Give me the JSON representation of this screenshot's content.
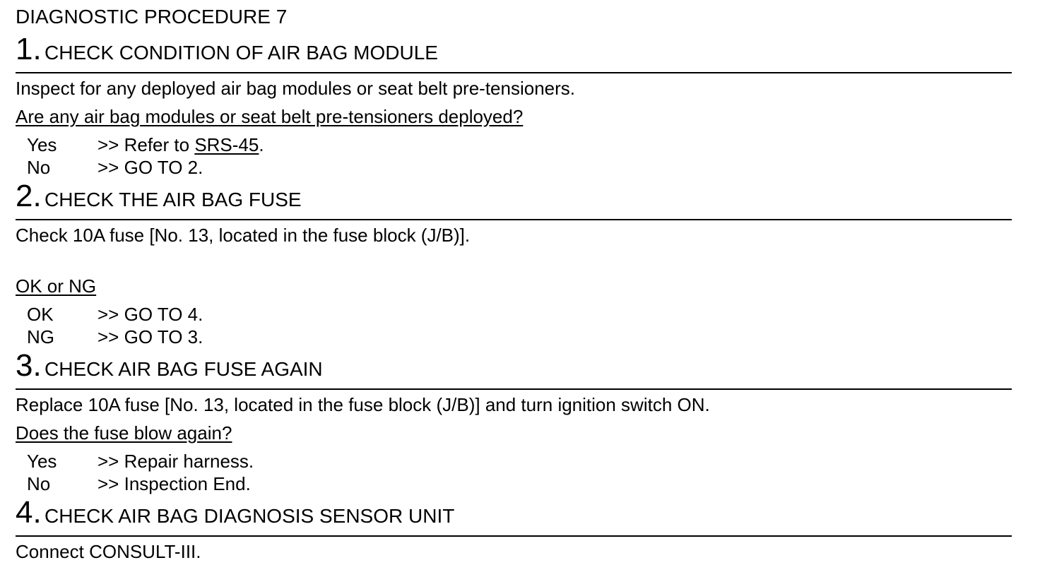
{
  "procedure_title": "DIAGNOSTIC PROCEDURE 7",
  "steps": [
    {
      "number": "1.",
      "title": "CHECK CONDITION OF AIR BAG MODULE",
      "instruction": "Inspect for any deployed air bag modules or seat belt pre-tensioners.",
      "question": "Are any air bag modules or seat belt pre-tensioners deployed?",
      "options": [
        {
          "key": "Yes",
          "action_prefix": ">> Refer to ",
          "link": "SRS-45",
          "action_suffix": "."
        },
        {
          "key": "No",
          "action": ">> GO TO 2."
        }
      ]
    },
    {
      "number": "2.",
      "title": "CHECK THE AIR BAG FUSE",
      "instruction": "Check 10A fuse [No. 13, located in the fuse block (J/B)].",
      "question": "OK or NG",
      "options": [
        {
          "key": "OK",
          "action": ">> GO TO 4."
        },
        {
          "key": "NG",
          "action": ">> GO TO 3."
        }
      ]
    },
    {
      "number": "3.",
      "title": "CHECK AIR BAG FUSE AGAIN",
      "instruction": "Replace 10A fuse [No. 13, located in the fuse block (J/B)] and turn ignition switch ON.",
      "question": "Does the fuse blow again?",
      "options": [
        {
          "key": "Yes",
          "action": ">> Repair harness."
        },
        {
          "key": "No",
          "action": ">> Inspection End."
        }
      ]
    },
    {
      "number": "4.",
      "title": "CHECK AIR BAG DIAGNOSIS SENSOR UNIT",
      "instruction": "Connect CONSULT-III."
    }
  ]
}
